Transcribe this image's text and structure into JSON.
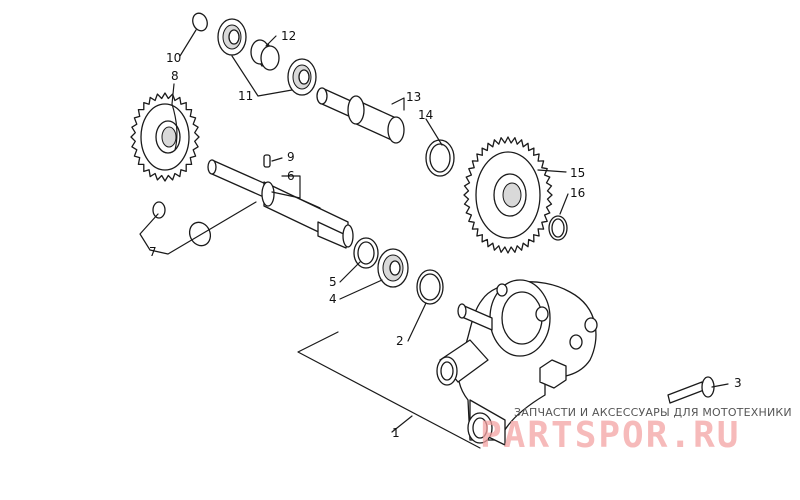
{
  "callouts": [
    {
      "id": "1",
      "label": "1"
    },
    {
      "id": "2",
      "label": "2"
    },
    {
      "id": "3",
      "label": "3"
    },
    {
      "id": "4",
      "label": "4"
    },
    {
      "id": "5",
      "label": "5"
    },
    {
      "id": "6",
      "label": "6"
    },
    {
      "id": "7",
      "label": "7"
    },
    {
      "id": "8",
      "label": "8"
    },
    {
      "id": "9",
      "label": "9"
    },
    {
      "id": "10",
      "label": "10"
    },
    {
      "id": "11",
      "label": "11"
    },
    {
      "id": "12",
      "label": "12"
    },
    {
      "id": "13",
      "label": "13"
    },
    {
      "id": "14",
      "label": "14"
    },
    {
      "id": "15",
      "label": "15"
    },
    {
      "id": "16",
      "label": "16"
    }
  ],
  "watermark": {
    "caption": "ЗАПЧАСТИ И АКСЕССУАРЫ ДЛЯ МОТОТЕХНИКИ",
    "brand": "PARTSPOR.RU"
  }
}
